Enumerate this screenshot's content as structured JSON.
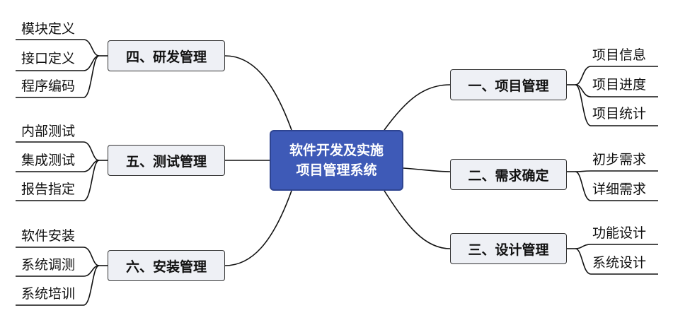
{
  "center": {
    "line1": "软件开发及实施",
    "line2": "项目管理系统"
  },
  "branches": {
    "b1": {
      "label": "一、项目管理",
      "items": [
        "项目信息",
        "项目进度",
        "项目统计"
      ]
    },
    "b2": {
      "label": "二、需求确定",
      "items": [
        "初步需求",
        "详细需求"
      ]
    },
    "b3": {
      "label": "三、设计管理",
      "items": [
        "功能设计",
        "系统设计"
      ]
    },
    "b4": {
      "label": "四、研发管理",
      "items": [
        "模块定义",
        "接口定义",
        "程序编码"
      ]
    },
    "b5": {
      "label": "五、测试管理",
      "items": [
        "内部测试",
        "集成测试",
        "报告指定"
      ]
    },
    "b6": {
      "label": "六、安装管理",
      "items": [
        "软件安装",
        "系统调测",
        "系统培训"
      ]
    }
  },
  "colors": {
    "center_fill": "#3e5ab7",
    "branch_fill": "#eef0f5",
    "line": "#111111"
  }
}
